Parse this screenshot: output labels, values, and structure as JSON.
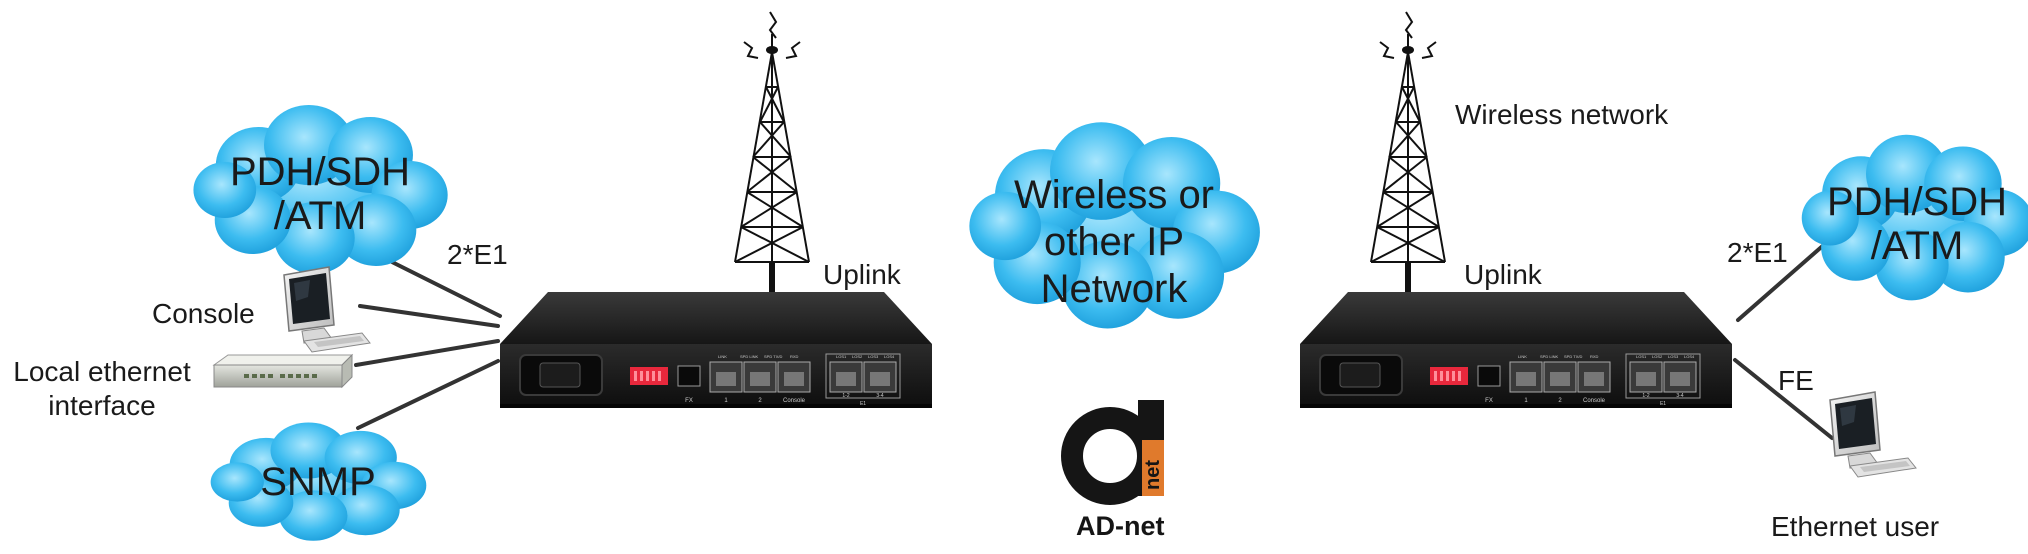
{
  "clouds": {
    "left_top": [
      "PDH/SDH",
      "/ATM"
    ],
    "left_bottom": [
      "SNMP"
    ],
    "center": [
      "Wireless or",
      "other IP",
      "Network"
    ],
    "right_top": [
      "PDH/SDH",
      "/ATM"
    ]
  },
  "labels": {
    "left_e1": "2*E1",
    "console": "Console",
    "local_ethernet": [
      "Local ethernet",
      "interface"
    ],
    "uplink_left": "Uplink",
    "uplink_right": "Uplink",
    "wireless_network": "Wireless network",
    "right_e1": "2*E1",
    "fe": "FE",
    "ethernet_user": "Ethernet user"
  },
  "device_ports": {
    "fx": "FX",
    "port1": "1",
    "port2": "2",
    "console": "Console",
    "e1_a": "1-2",
    "e1_b": "3-4",
    "link_leds": [
      "LINK",
      "SPD LINK",
      "SPD TX/D",
      "RXD"
    ],
    "los_leds": [
      "LOS1",
      "LOS2",
      "LOS3",
      "LOS4"
    ],
    "e1": "E1"
  },
  "logo": {
    "small_text": "net",
    "name": "AD-net"
  },
  "colors": {
    "cloud": "#2fb0ea",
    "cloud_light": "#8fdcfa",
    "device": "#1c1c1c",
    "dip_switch": "#e8283c",
    "logo_orange": "#e07a2c",
    "link_line": "#333333"
  }
}
